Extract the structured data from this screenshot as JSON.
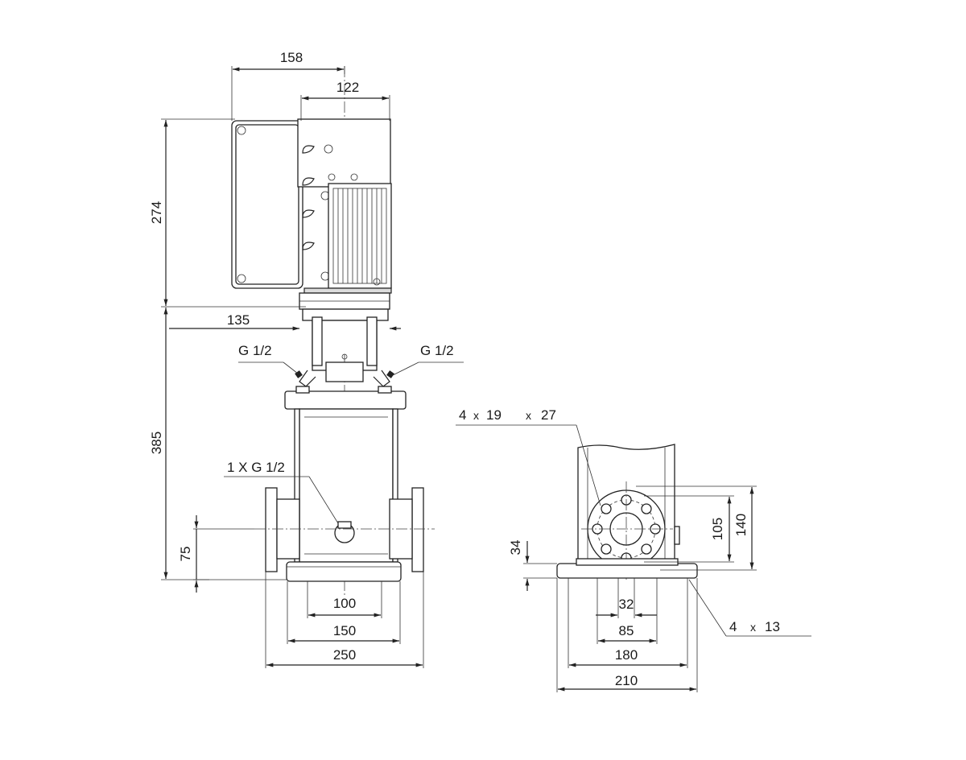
{
  "drawing": {
    "front_view": {
      "dim_motor_width_total": "158",
      "dim_motor_width_right": "122",
      "dim_motor_height": "274",
      "dim_adapter_width": "135",
      "dim_pump_height": "385",
      "dim_inlet_height": "75",
      "dim_base_inner": "100",
      "dim_base_mid": "150",
      "dim_base_outer": "250",
      "port_left_label": "G 1/2",
      "port_right_label": "G 1/2",
      "drain_label": "1 X G 1/2"
    },
    "side_view": {
      "flange_bolt_count": "4",
      "flange_times_1": "x",
      "flange_hole_dia": "19",
      "flange_times_2": "x",
      "flange_pcd_note": "27",
      "dim_flange_inner": "105",
      "dim_flange_outer": "140",
      "dim_base_height": "34",
      "dim_bore": "32",
      "dim_flange": "85",
      "dim_base_mid": "180",
      "dim_base_outer": "210",
      "base_hole_count": "4",
      "base_times": "x",
      "base_hole_dia": "13"
    }
  }
}
